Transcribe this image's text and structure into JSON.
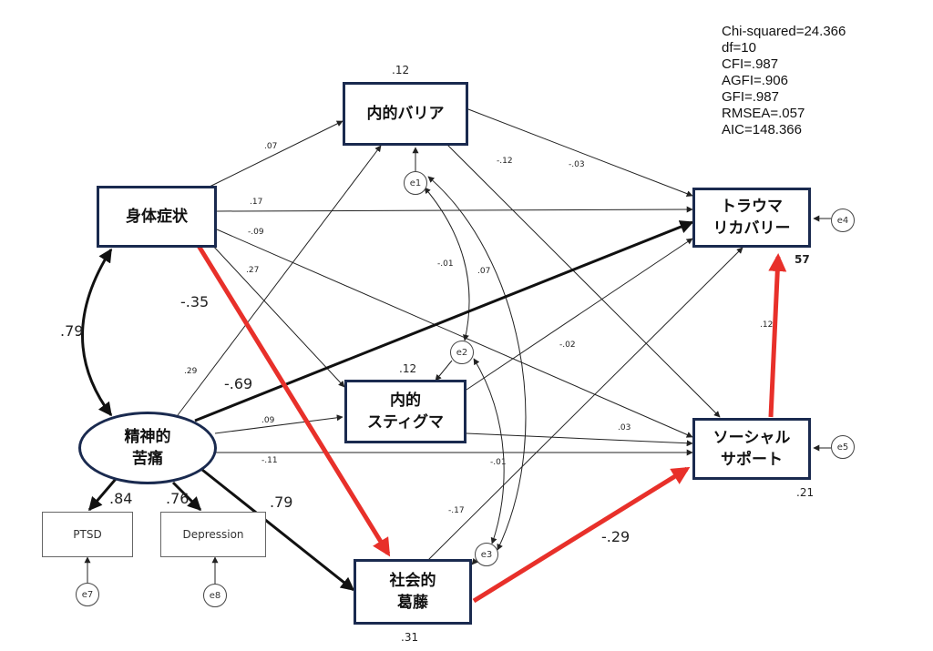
{
  "nodes": {
    "shintai": {
      "label": "身体症状"
    },
    "naiteki_barrier": {
      "label": "内的バリア"
    },
    "trauma": {
      "label": "トラウマ\nリカバリー"
    },
    "seishin": {
      "label": "精神的\n苦痛"
    },
    "naiteki_stigma": {
      "label": "内的\nスティグマ"
    },
    "social_support": {
      "label": "ソーシャル\nサポート"
    },
    "shakai": {
      "label": "社会的\n葛藤"
    },
    "ptsd": {
      "label": "PTSD"
    },
    "depression": {
      "label": "Depression"
    }
  },
  "errors": {
    "e1": "e1",
    "e2": "e2",
    "e3": "e3",
    "e4": "e4",
    "e5": "e5",
    "e7": "e7",
    "e8": "e8"
  },
  "r2": {
    "naiteki_barrier": ".12",
    "naiteki_stigma": ".12",
    "trauma": "57",
    "social_support": ".21",
    "shakai": ".31"
  },
  "coefficients": {
    "shintai_barrier": ".07",
    "shintai_trauma": ".17",
    "shintai_support": "-.09",
    "shintai_stigma": ".27",
    "shintai_shakai": "-.35",
    "shintai_seishin": ".79",
    "barrier_trauma": "-.03",
    "barrier_support": "-.12",
    "e1_e2": "-.01",
    "e1_e3": ".07",
    "seishin_barrier": ".29",
    "seishin_trauma": "-.69",
    "seishin_stigma": ".09",
    "seishin_support": "-.11",
    "seishin_shakai": ".79",
    "seishin_ptsd": ".84",
    "seishin_depression": ".76",
    "stigma_trauma": "-.02",
    "stigma_support": ".03",
    "e2_e3": "-.01",
    "shakai_trauma": "-.17",
    "shakai_support": "-.29",
    "support_trauma": ".12"
  },
  "fit_indices": {
    "chi": "Chi-squared=24.366",
    "df": "df=10",
    "cfi": "CFI=.987",
    "agfi": "AGFI=.906",
    "gfi": "GFI=.987",
    "rmsea": "RMSEA=.057",
    "aic": "AIC=148.366"
  },
  "colors": {
    "box_border": "#1a2a4f",
    "highlight": "#e8302a",
    "path": "#222222"
  }
}
